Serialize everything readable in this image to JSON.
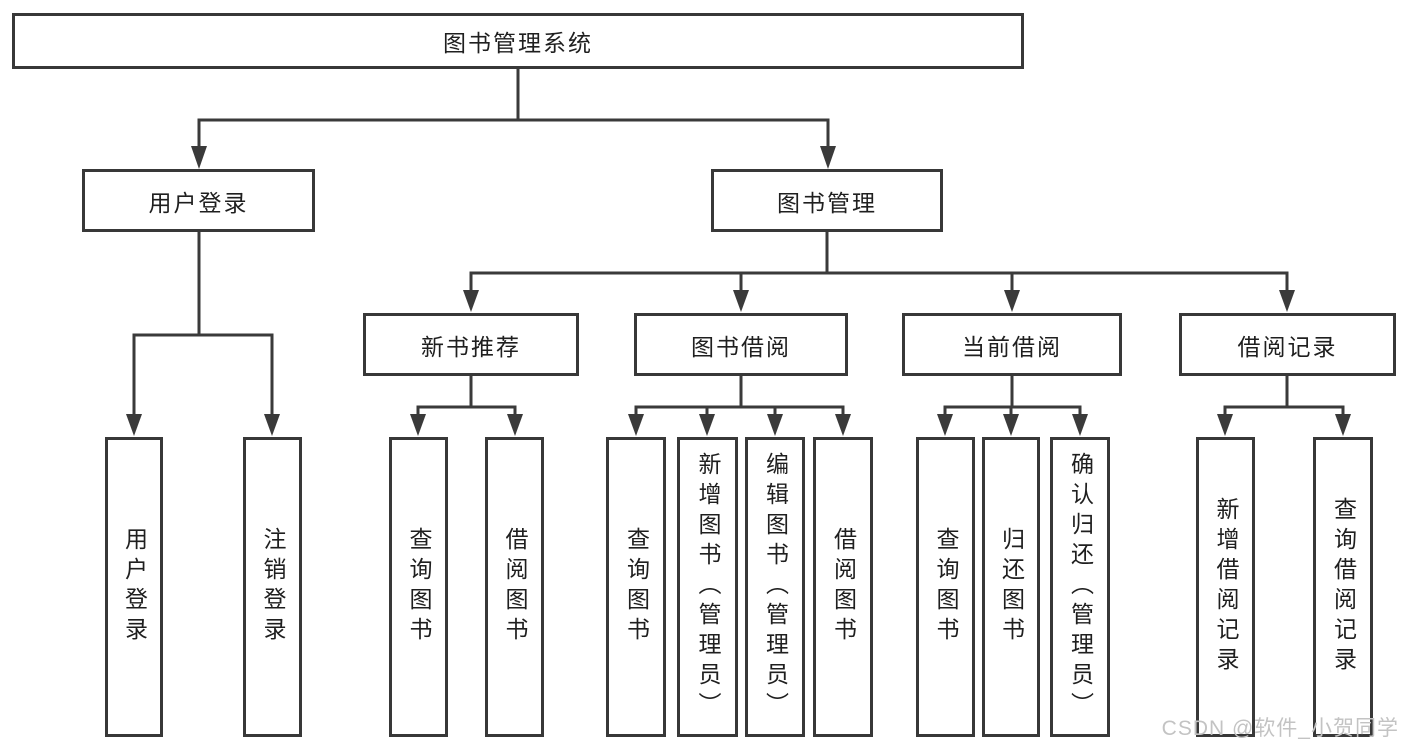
{
  "diagram": {
    "watermark": "CSDN @软件_小贺同学",
    "colors": {
      "background": "#ffffff",
      "box_border": "#383838",
      "connector_line": "#3a3a3a",
      "text": "#1f1f1f",
      "watermark_text": "#c3c3c3"
    },
    "tree": {
      "label": "图书管理系统",
      "children": [
        {
          "label": "用户登录",
          "children": [
            {
              "label": "用户登录"
            },
            {
              "label": "注销登录"
            }
          ]
        },
        {
          "label": "图书管理",
          "children": [
            {
              "label": "新书推荐",
              "children": [
                {
                  "label": "查询图书"
                },
                {
                  "label": "借阅图书"
                }
              ]
            },
            {
              "label": "图书借阅",
              "children": [
                {
                  "label": "查询图书"
                },
                {
                  "label": "新增图书（管理员）"
                },
                {
                  "label": "编辑图书（管理员）"
                },
                {
                  "label": "借阅图书"
                }
              ]
            },
            {
              "label": "当前借阅",
              "children": [
                {
                  "label": "查询图书"
                },
                {
                  "label": "归还图书"
                },
                {
                  "label": "确认归还（管理员）"
                }
              ]
            },
            {
              "label": "借阅记录",
              "children": [
                {
                  "label": "新增借阅记录"
                },
                {
                  "label": "查询借阅记录"
                }
              ]
            }
          ]
        }
      ]
    }
  }
}
